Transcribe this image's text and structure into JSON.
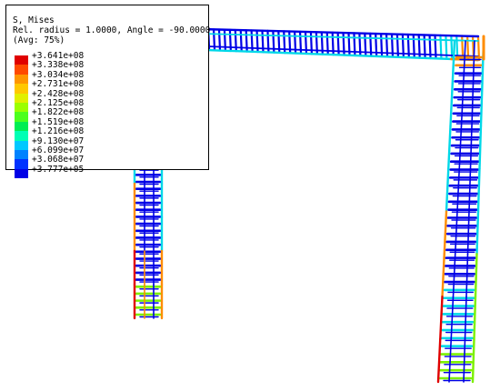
{
  "legend": {
    "title": "S, Mises",
    "subtitle": "Rel. radius = 1.0000, Angle = -90.0000",
    "avg": "(Avg: 75%)",
    "values": [
      "+3.641e+08",
      "+3.338e+08",
      "+3.034e+08",
      "+2.731e+08",
      "+2.428e+08",
      "+2.125e+08",
      "+1.822e+08",
      "+1.519e+08",
      "+1.216e+08",
      "+9.130e+07",
      "+6.099e+07",
      "+3.068e+07",
      "+3.777e+05"
    ],
    "colors": [
      "#e00000",
      "#ff4a00",
      "#ff9600",
      "#ffc800",
      "#e1ef00",
      "#9bff00",
      "#4cff1d",
      "#00ee52",
      "#00ffb4",
      "#00c8ff",
      "#0082ff",
      "#0032ff",
      "#0000e6"
    ]
  },
  "model": {
    "name": "frame-mesh",
    "stress_colors": {
      "max": "#e00000",
      "high": "#ff8c00",
      "mid": "#7cf000",
      "low_mid": "#00d8e8",
      "low": "#0000e6"
    }
  }
}
